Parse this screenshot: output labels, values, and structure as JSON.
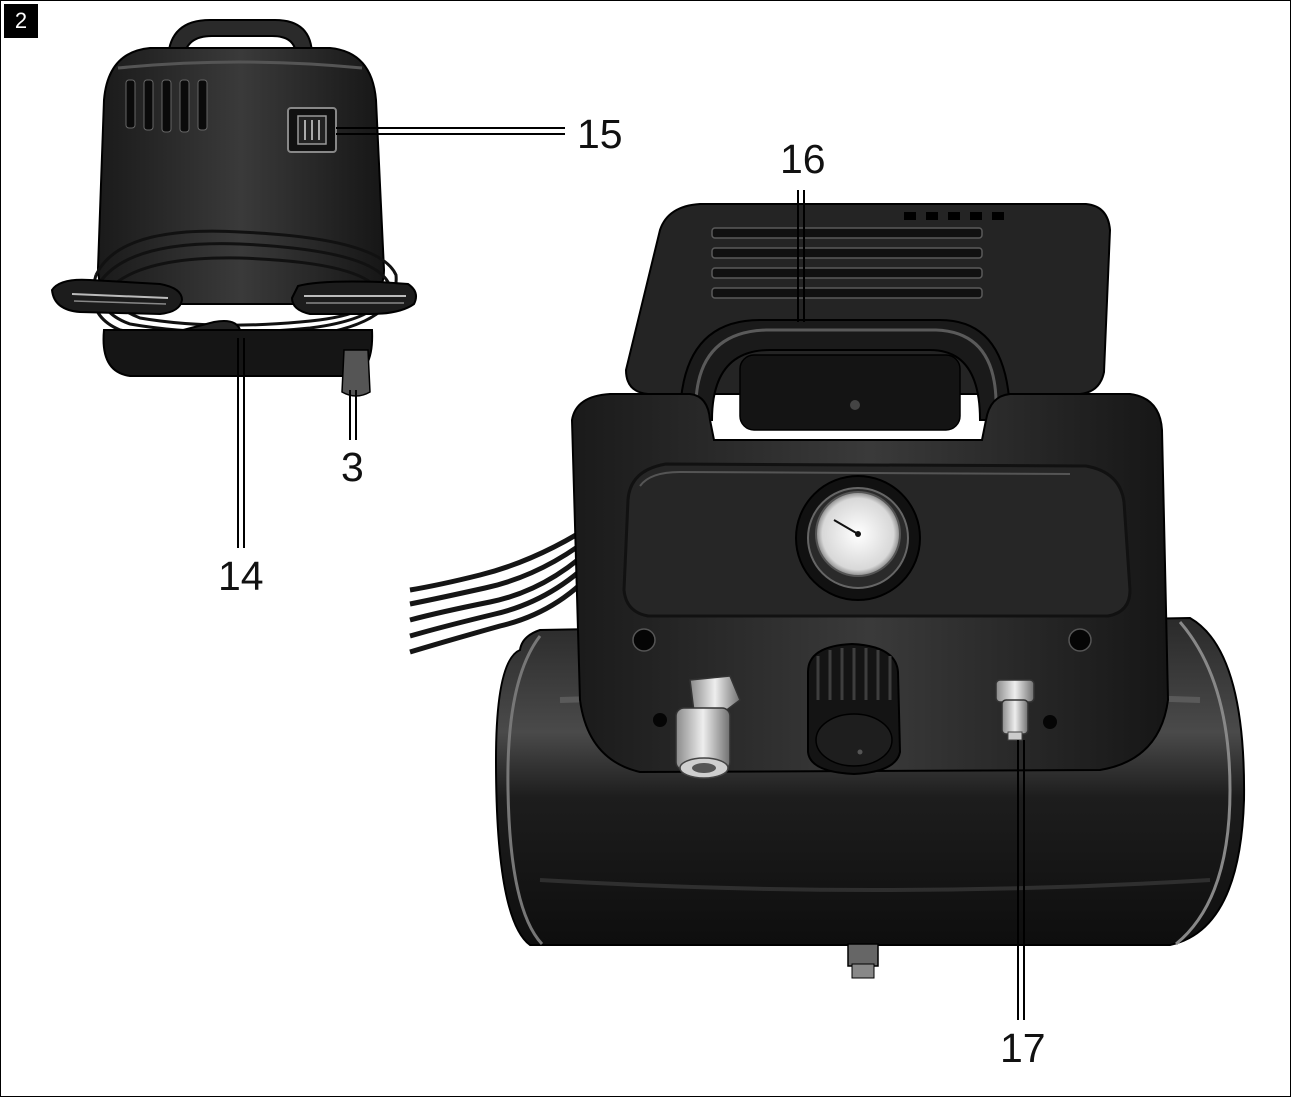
{
  "figure": {
    "number": "2"
  },
  "callouts": {
    "power_switch": "15",
    "carry_handle": "16",
    "foot": "3",
    "power_cord": "14",
    "quick_coupler": "17"
  }
}
